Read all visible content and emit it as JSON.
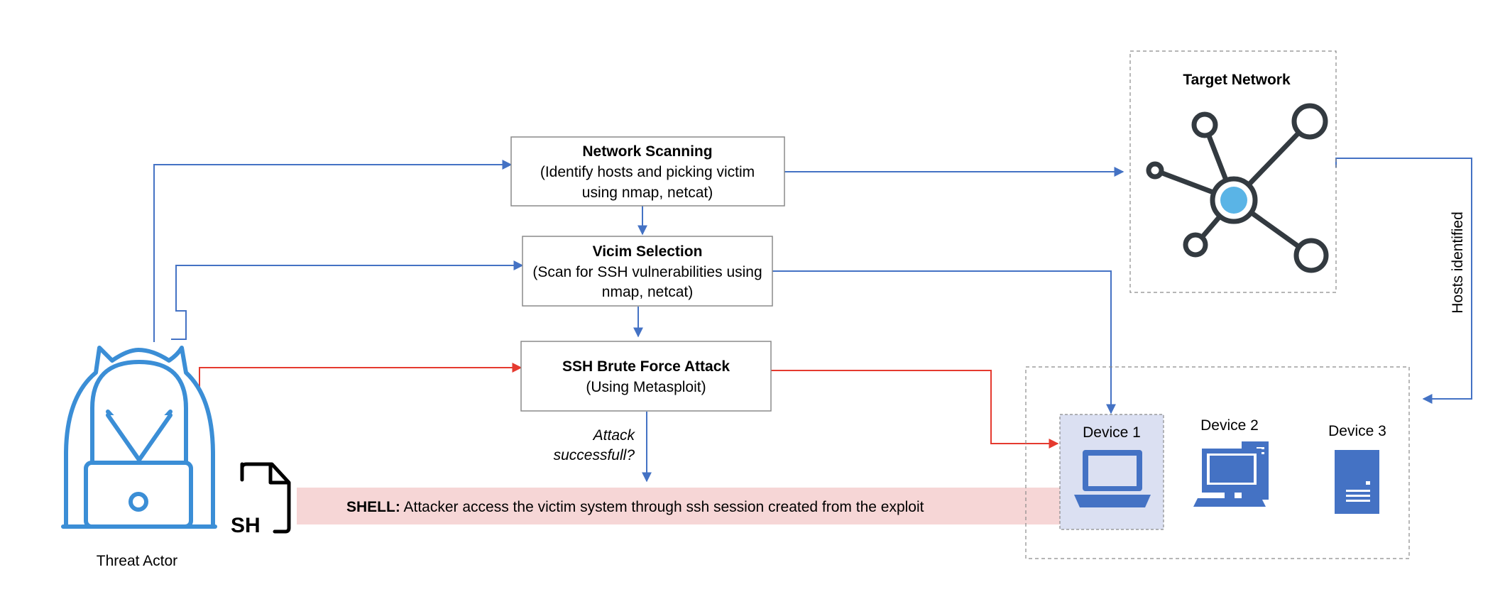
{
  "colors": {
    "flow": "#4472c4",
    "attack": "#e53a2f",
    "shell_band": "#f6d6d6",
    "device_highlight": "#dbe0f2",
    "hub": "#5ab4e6",
    "actor": "#3b8ed6"
  },
  "actor": {
    "label": "Threat Actor",
    "icon": "hooded-hacker-icon"
  },
  "steps": {
    "scanning": {
      "title": "Network Scanning",
      "line1": "(Identify hosts and picking victim",
      "line2": "using nmap, netcat)"
    },
    "selection": {
      "title": "Vicim Selection",
      "line1": "(Scan for SSH vulnerabilities using",
      "line2": "nmap, netcat)"
    },
    "brute_force": {
      "title": "SSH Brute Force Attack",
      "line1": "(Using Metasploit)"
    }
  },
  "decision": {
    "line1": "Attack",
    "line2": "successfull?"
  },
  "shell": {
    "icon_text": "SH",
    "label": "SHELL:",
    "text": " Attacker access the victim system through ssh session created from the exploit"
  },
  "target_network": {
    "title": "Target Network",
    "icon": "network-topology-icon"
  },
  "hosts_identified": "Hosts identified",
  "devices": [
    {
      "label": "Device 1",
      "icon": "laptop-icon"
    },
    {
      "label": "Device 2",
      "icon": "desktop-computer-icon"
    },
    {
      "label": "Device 3",
      "icon": "server-icon"
    }
  ]
}
